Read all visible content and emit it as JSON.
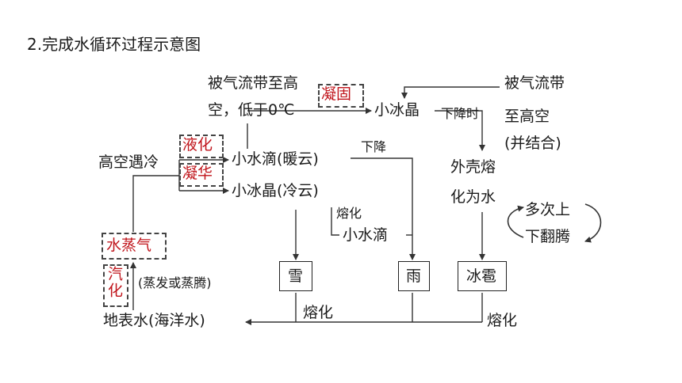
{
  "title": "2.完成水循环过程示意图",
  "colors": {
    "accent": "#c0141b",
    "line": "#333333"
  },
  "labels": {
    "airflow_high_1": "被气流带至高",
    "airflow_high_2": "空，低于0℃",
    "ningu": "凝固",
    "small_ice_crystal_top": "小冰晶",
    "falling_time": "下降时",
    "airflow_right_1": "被气流带",
    "airflow_right_2": "至高空",
    "airflow_right_3": "(并结合)",
    "high_cold": "高空遇冷",
    "yehua": "液化",
    "ninghua": "凝华",
    "small_water_drop_warm": "小水滴(暖云)",
    "small_ice_crystal_cold": "小冰晶(冷云)",
    "fall": "下降",
    "shell_melt_1": "外壳熔",
    "shell_melt_2": "化为水",
    "multi_up_1": "多次上",
    "multi_up_2": "下翻腾",
    "melt_mid": "熔化",
    "small_water_drop": "小水滴",
    "water_vapor": "水蒸气",
    "qihua": "汽化",
    "evap_boil": "(蒸发或蒸腾)",
    "snow": "雪",
    "rain": "雨",
    "hail": "冰雹",
    "melt_bottom": "熔化",
    "melt_right": "熔化",
    "surface_water": "地表水(海洋水)"
  }
}
